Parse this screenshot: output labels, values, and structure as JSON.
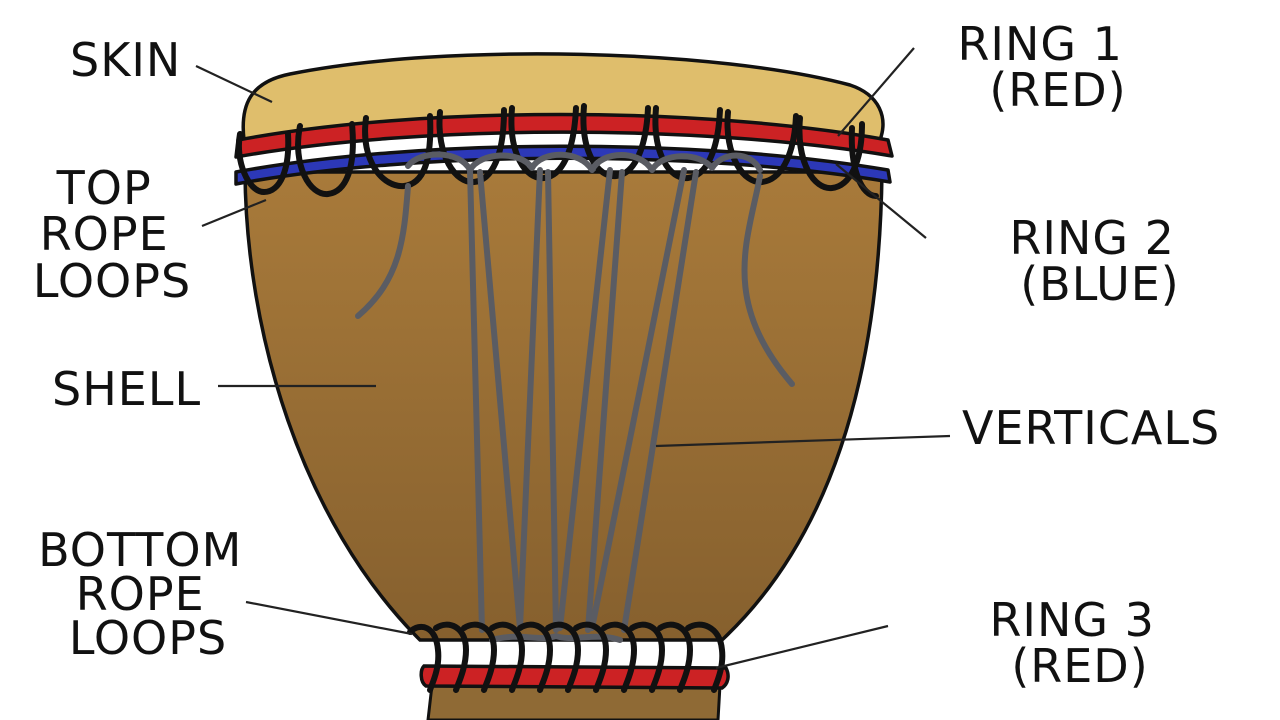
{
  "diagram": {
    "labels": {
      "skin": "SKIN",
      "top_rope_loops": [
        "TOP",
        "ROPE",
        "LOOPS"
      ],
      "shell": "SHELL",
      "bottom_rope_loops": [
        "BOTTOM",
        "ROPE",
        "LOOPS"
      ],
      "ring1": [
        "RING 1",
        "(RED)"
      ],
      "ring2": [
        "RING 2",
        "(BLUE)"
      ],
      "verticals": "VERTICALS",
      "ring3": [
        "RING 3",
        "(RED)"
      ]
    },
    "colors": {
      "skin": "#dfbe6c",
      "shell_top": "#a87a3a",
      "shell_bottom": "#8a6030",
      "ring_red": "#cc2224",
      "ring_blue": "#2c38b8",
      "rope": "#5a5c63",
      "outline": "#111111"
    }
  }
}
